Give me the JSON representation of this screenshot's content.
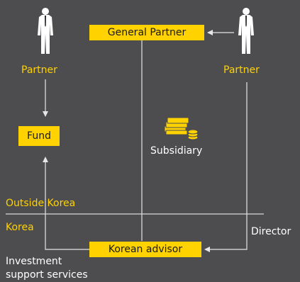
{
  "colors": {
    "background": "#4d4d4f",
    "accent": "#ffd200",
    "line": "#e6e6e6",
    "text": "#ffffff"
  },
  "nodes": {
    "general_partner": "General Partner",
    "fund": "Fund",
    "korean_advisor": "Korean advisor",
    "partner_left": "Partner",
    "partner_right": "Partner",
    "subsidiary": "Subsidiary"
  },
  "regions": {
    "outside_korea": "Outside Korea",
    "korea": "Korea"
  },
  "edge_labels": {
    "director": "Director",
    "investment_support_line1": "Investment",
    "investment_support_line2": "support services"
  },
  "icons": {
    "partner_left": "businessman-icon",
    "partner_right": "businessman-icon",
    "subsidiary": "money-stack-icon"
  }
}
